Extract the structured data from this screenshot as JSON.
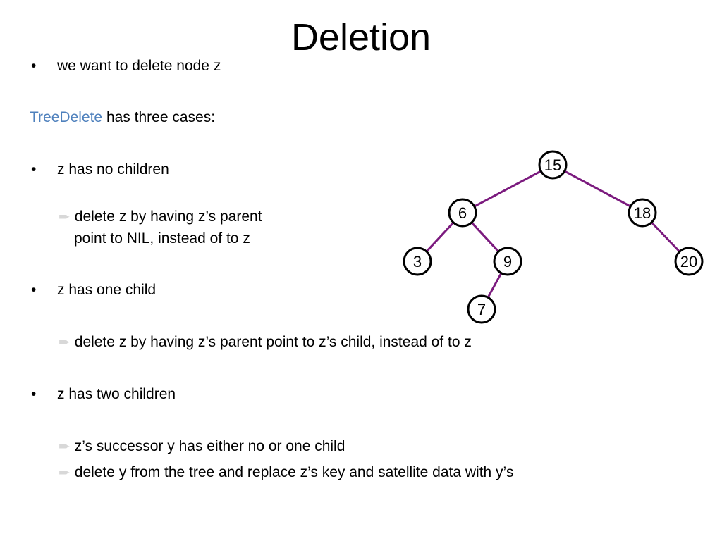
{
  "slide": {
    "title": "Deletion",
    "bullet_glyph": "•",
    "arrow_glyph": "➨",
    "lines": {
      "want": "we want to delete node z",
      "treedelete_keyword": "TreeDelete",
      "treedelete_rest": " has three cases:",
      "case_no_children": "z has no children",
      "no_children_detail_1": "delete z by having z’s parent",
      "no_children_detail_2": "point to NIL, instead of to z",
      "case_one_child": "z has one child",
      "one_child_detail": "delete z by having z’s parent point to z’s child, instead of to z",
      "case_two_children": "z has two children",
      "two_children_detail_1": "z’s successor y has either no or one child",
      "two_children_detail_2": "delete y from the tree and replace z’s key and satellite data with y’s"
    }
  },
  "tree": {
    "edge_color": "#7b1a7e",
    "nodes": [
      "15",
      "6",
      "18",
      "3",
      "9",
      "20",
      "7"
    ],
    "edges": [
      [
        "15",
        "6"
      ],
      [
        "15",
        "18"
      ],
      [
        "6",
        "3"
      ],
      [
        "6",
        "9"
      ],
      [
        "18",
        "20"
      ],
      [
        "9",
        "7"
      ]
    ]
  }
}
